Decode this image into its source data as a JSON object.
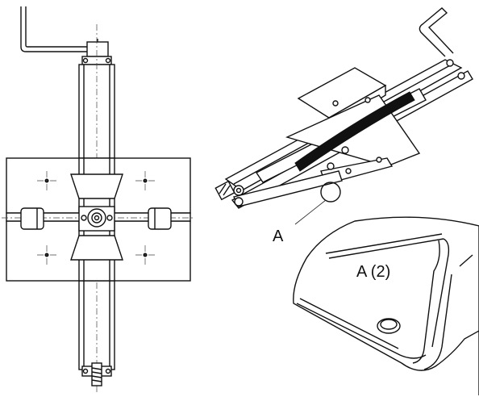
{
  "figure": {
    "callout_label": "A",
    "detail_label": "A (2)"
  },
  "icons": {
    "front_view": "scissor-jack-front-view",
    "perspective_view": "scissor-jack-perspective-view",
    "detail_view": "detail-magnified-corner"
  }
}
